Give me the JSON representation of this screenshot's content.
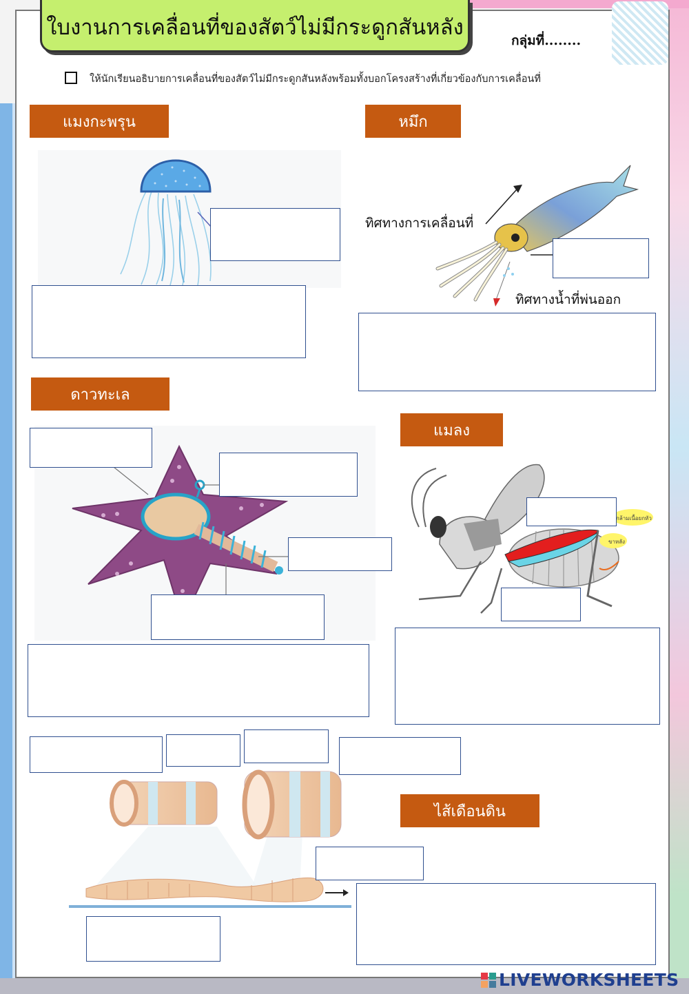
{
  "worksheet": {
    "title": "ใบงานการเคลื่อนที่ของสัตว์ไม่มีกระดูกสันหลัง",
    "group_label": "กลุ่มที่........",
    "instruction": "ให้นักเรียนอธิบายการเคลื่อนที่ของสัตว์ไม่มีกระดูกสันหลังพร้อมทั้งบอกโครงสร้างที่เกี่ยวข้องกับการเคลื่อนที่"
  },
  "sections": {
    "jellyfish": {
      "label": "แมงกะพรุน"
    },
    "squid": {
      "label": "หมึก",
      "movement_direction": "ทิศทางการเคลื่อนที่",
      "water_direction": "ทิศทางน้ำที่พ่นออก"
    },
    "starfish": {
      "label": "ดาวทะเล"
    },
    "insect": {
      "label": "แมลง",
      "tag1": "กล้ามเนื้อยกหัว",
      "tag2": "ขาหลัง"
    },
    "earthworm": {
      "label": "ไส้เดือนดิน"
    }
  },
  "footer": {
    "brand": "LIVEWORKSHEETS"
  },
  "colors": {
    "label_bg": "#c55a11",
    "title_banner": "#c5ef6e",
    "answer_border": "#2f4f8f"
  }
}
